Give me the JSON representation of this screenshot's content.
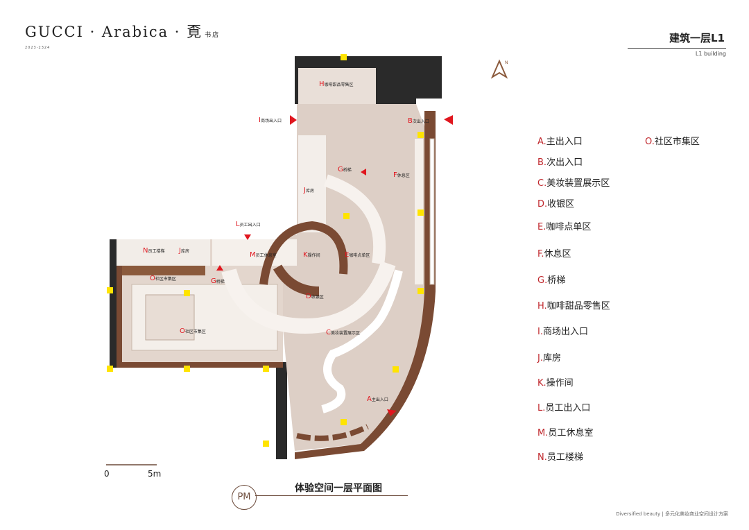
{
  "brand": {
    "title": "GUCCI · Arabica · 覔",
    "subtitle": "书店",
    "years": "2023-2324"
  },
  "header": {
    "title": "建筑一层L1",
    "subtitle": "L1 building"
  },
  "colors": {
    "accent": "#e0161e",
    "wall": "#6b3f2b",
    "floor": "#ddcfc6",
    "marker": "#ffe400"
  },
  "plan": {
    "zones": [
      {
        "code": "H",
        "text": "咖啡甜品零售区"
      },
      {
        "code": "I",
        "text": "商场出入口"
      },
      {
        "code": "B",
        "text": "次出入口"
      },
      {
        "code": "G",
        "text": "桥梯"
      },
      {
        "code": "F",
        "text": "休息区"
      },
      {
        "code": "J",
        "text": "库房"
      },
      {
        "code": "L",
        "text": "员工出入口"
      },
      {
        "code": "N",
        "text": "员工楼梯"
      },
      {
        "code": "J",
        "text": "库房"
      },
      {
        "code": "M",
        "text": "员工休息室"
      },
      {
        "code": "K",
        "text": "操作间"
      },
      {
        "code": "E",
        "text": "咖啡点单区"
      },
      {
        "code": "O",
        "text": "社区市集区"
      },
      {
        "code": "G",
        "text": "桥梯"
      },
      {
        "code": "D",
        "text": "收银区"
      },
      {
        "code": "O",
        "text": "社区市集区"
      },
      {
        "code": "C",
        "text": "美妆装置展示区"
      },
      {
        "code": "A",
        "text": "主出入口"
      }
    ]
  },
  "legend": {
    "items": [
      {
        "code": "A.",
        "text": "主出入口"
      },
      {
        "code": "B.",
        "text": "次出入口"
      },
      {
        "code": "C.",
        "text": "美妆装置展示区"
      },
      {
        "code": "D.",
        "text": "收银区"
      },
      {
        "code": "E.",
        "text": "咖啡点单区"
      },
      {
        "code": "F.",
        "text": "休息区"
      },
      {
        "code": "G.",
        "text": "桥梯"
      },
      {
        "code": "H.",
        "text": "咖啡甜品零售区"
      },
      {
        "code": "I.",
        "text": "商场出入口"
      },
      {
        "code": "J.",
        "text": "库房"
      },
      {
        "code": "K.",
        "text": "操作间"
      },
      {
        "code": "L.",
        "text": "员工出入口"
      },
      {
        "code": "M.",
        "text": "员工休息室"
      },
      {
        "code": "N.",
        "text": "员工楼梯"
      },
      {
        "code": "O.",
        "text": "社区市集区"
      }
    ]
  },
  "scale": {
    "start": "0",
    "end": "5m"
  },
  "north": {
    "label": "N"
  },
  "plan_title": {
    "badge": "PM",
    "title": "体验空间一层平面图"
  },
  "footer": {
    "text": "Diversified beauty | 多元化美妆商业空间设计方案"
  }
}
